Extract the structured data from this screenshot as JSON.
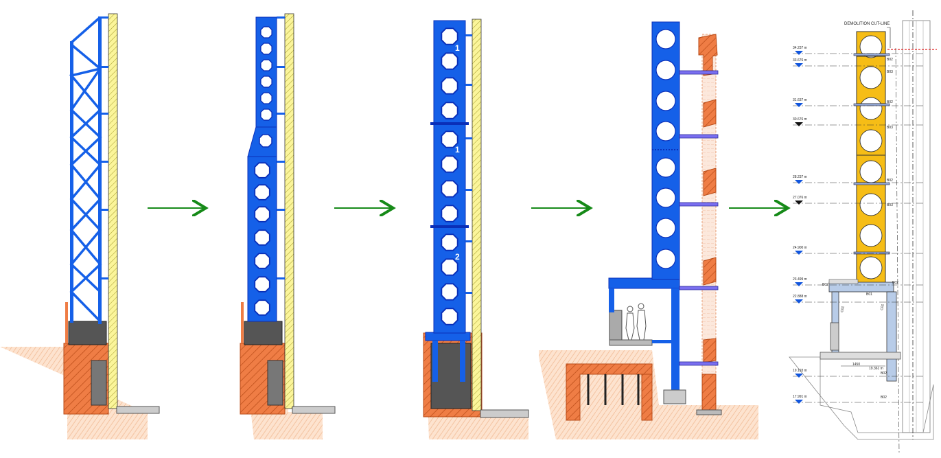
{
  "colors": {
    "steel_blue": "#1560e8",
    "steel_blue_dark": "#0a2fb8",
    "facade_yellow": "#fbf59a",
    "masonry_orange": "#ef7d45",
    "concrete_grey": "#5a5a5a",
    "soil": "#fde3cf",
    "arrow_green": "#168a18",
    "temporary_yellow": "#f6bd16",
    "level_marker_blue": "#1155dd",
    "demolition_red": "#e02020"
  },
  "icons": [
    "flow-arrow-icon",
    "level-marker-icon",
    "human-figure-icon"
  ],
  "stage_labels": {
    "panel_3_labels": [
      "1",
      "1",
      "2"
    ]
  },
  "detail": {
    "demolition_label": "DEMOLITION CUT-LINE",
    "dimension_label": "1450",
    "inner_level_label": "19.361 m",
    "levels": [
      {
        "label": "34.237 m",
        "marker": "blue"
      },
      {
        "label": "33.676 m",
        "marker": "blue"
      },
      {
        "label": "31.637 m",
        "marker": "blue"
      },
      {
        "label": "30.676 m",
        "marker": "black"
      },
      {
        "label": "28.237 m",
        "marker": "blue"
      },
      {
        "label": "27.076 m",
        "marker": "black"
      },
      {
        "label": "24.900 m",
        "marker": "blue"
      },
      {
        "label": "23.499 m",
        "marker": "blue"
      },
      {
        "label": "22.888 m",
        "marker": "blue"
      },
      {
        "label": "19.193 m",
        "marker": "blue"
      },
      {
        "label": "17.991 m",
        "marker": "blue"
      }
    ],
    "bracket_tags": [
      "B02",
      "B03",
      "B02",
      "B03",
      "B02",
      "B03",
      "B02",
      "B02",
      "B01",
      "B02",
      "B02"
    ],
    "column_tags": [
      "C01",
      "C01"
    ]
  }
}
